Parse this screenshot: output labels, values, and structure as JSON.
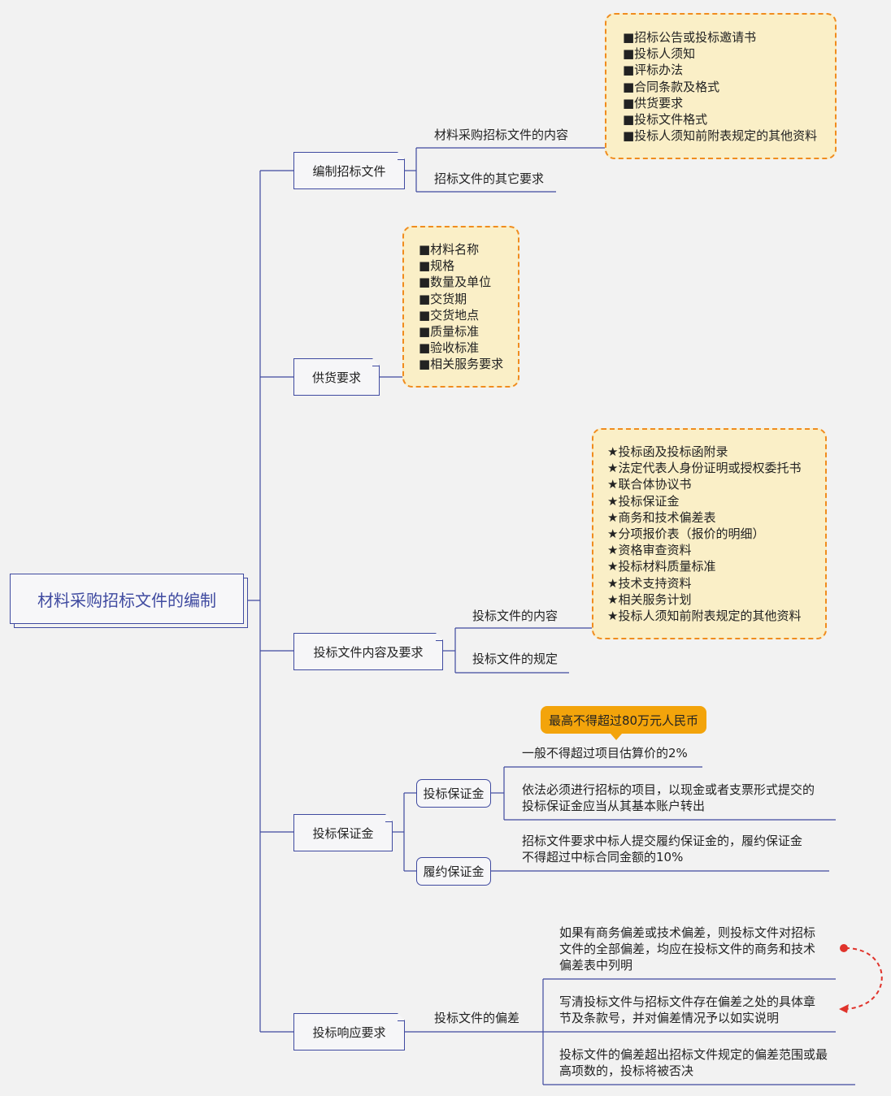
{
  "root": "材料采购招标文件的编制",
  "branches": {
    "compile": {
      "label": "编制招标文件",
      "content": "材料采购招标文件的内容",
      "other": "招标文件的其它要求",
      "items": [
        "■招标公告或投标邀请书",
        "■投标人须知",
        "■评标办法",
        "■合同条款及格式",
        "■供货要求",
        "■投标文件格式",
        "■投标人须知前附表规定的其他资料"
      ]
    },
    "supply": {
      "label": "供货要求",
      "items": [
        "■材料名称",
        "■规格",
        "■数量及单位",
        "■交货期",
        "■交货地点",
        "■质量标准",
        "■验收标准",
        "■相关服务要求"
      ]
    },
    "bid_doc": {
      "label": "投标文件内容及要求",
      "content": "投标文件的内容",
      "rules": "投标文件的规定",
      "items": [
        "★投标函及投标函附录",
        "★法定代表人身份证明或授权委托书",
        "★联合体协议书",
        "★投标保证金",
        "★商务和技术偏差表",
        "★分项报价表（报价的明细）",
        "★资格审查资料",
        "★投标材料质量标准",
        "★技术支持资料",
        "★相关服务计划",
        "★投标人须知前附表规定的其他资料"
      ]
    },
    "bond": {
      "label": "投标保证金",
      "bid_bond": "投标保证金",
      "perf_bond": "履约保证金",
      "callout": "最高不得超过80万元人民币",
      "rule1": "一般不得超过项目估算价的2%",
      "rule2_line1": "依法必须进行招标的项目，以现金或者支票形式提交的",
      "rule2_line2": "投标保证金应当从其基本账户转出",
      "perf_line1": "招标文件要求中标人提交履约保证金的，履约保证金",
      "perf_line2": "不得超过中标合同金额的10%"
    },
    "response": {
      "label": "投标响应要求",
      "deviation": "投标文件的偏差",
      "d1_line1": "如果有商务偏差或技术偏差，则投标文件对招标",
      "d1_line2": "文件的全部偏差，均应在投标文件的商务和技术",
      "d1_line3": "偏差表中列明",
      "d2_line1": "写清投标文件与招标文件存在偏差之处的具体章",
      "d2_line2": "节及条款号，并对偏差情况予以如实说明",
      "d3_line1": "投标文件的偏差超出招标文件规定的偏差范围或最",
      "d3_line2": "高项数的，投标将被否决"
    }
  },
  "colors": {
    "line": "#3f4aa0",
    "box_fill": "#faefc7",
    "box_border": "#f08c1e",
    "callout": "#f3a40b",
    "relation": "#e0332b"
  }
}
